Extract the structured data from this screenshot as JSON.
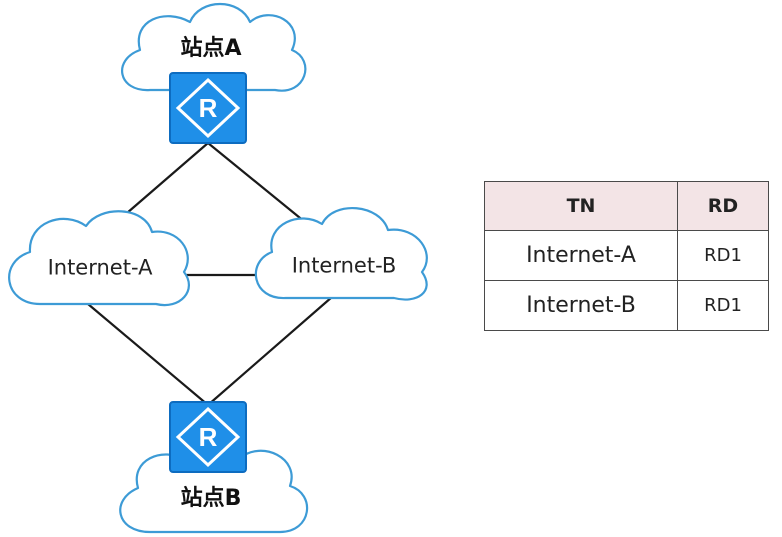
{
  "sites": {
    "a_label": "站点A",
    "b_label": "站点B"
  },
  "router_icon": "router-icon",
  "networks": {
    "a_label": "Internet-A",
    "b_label": "Internet-B"
  },
  "colors": {
    "cloud_stroke": "#3d9bd6",
    "router_fill": "#1f8fe8",
    "router_border": "#0d6cc0",
    "line": "#1a1a1a",
    "table_header_bg": "#f3e4e6",
    "table_border": "#4a4a4a"
  },
  "table": {
    "headers": [
      "TN",
      "RD"
    ],
    "rows": [
      [
        "Internet-A",
        "RD1"
      ],
      [
        "Internet-B",
        "RD1"
      ]
    ]
  }
}
